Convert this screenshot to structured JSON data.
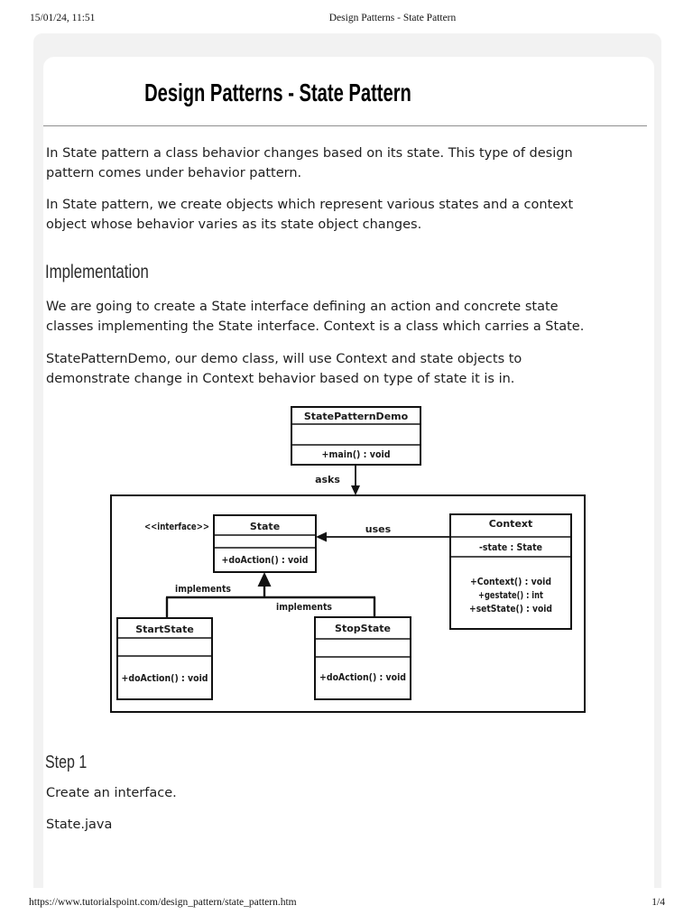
{
  "colors": {
    "page_bg": "#ffffff",
    "panel_bg": "#f2f2f2",
    "card_bg": "#ffffff",
    "body_text": "#1f1f1f",
    "rule": "#8f8f8f",
    "diagram_ink": "#111111"
  },
  "header": {
    "datetime": "15/01/24, 11:51",
    "title": "Design Patterns - State Pattern"
  },
  "footer": {
    "url": "https://www.tutorialspoint.com/design_pattern/state_pattern.htm",
    "page_number": "1/4"
  },
  "article": {
    "title": "Design Patterns - State Pattern",
    "intro": [
      [
        "In State pattern a class behavior changes based on its state. This type of design",
        "pattern comes under behavior pattern."
      ],
      [
        "In State pattern, we create objects which represent various states and a context",
        "object whose behavior varies as its state object changes."
      ]
    ],
    "implementation": {
      "heading": "Implementation",
      "paragraphs": [
        [
          "We are going to create a State interface defining an action and concrete state",
          "classes implementing the State interface. Context is a class which carries a State."
        ],
        [
          "StatePatternDemo, our demo class, will use Context and state objects to",
          "demonstrate change in Context behavior based on type of state it is in."
        ]
      ]
    },
    "step1": {
      "heading": "Step 1",
      "lines": [
        "Create an interface.",
        "State.java"
      ]
    }
  },
  "diagram": {
    "demo_class": {
      "name": "StatePatternDemo",
      "method": "+main() : void"
    },
    "asks_label": "asks",
    "uses_label": "uses",
    "interface_stereotype": "<<interface>>",
    "state_class": {
      "name": "State",
      "method": "+doAction() : void"
    },
    "context_class": {
      "name": "Context",
      "attribute": "-state : State",
      "methods": [
        "+Context() : void",
        "+gestate() : int",
        "+setState() : void"
      ]
    },
    "implements_label_left": "implements",
    "implements_label_right": "implements",
    "start_state_class": {
      "name": "StartState",
      "method": "+doAction() : void"
    },
    "stop_state_class": {
      "name": "StopState",
      "method": "+doAction() : void"
    }
  }
}
